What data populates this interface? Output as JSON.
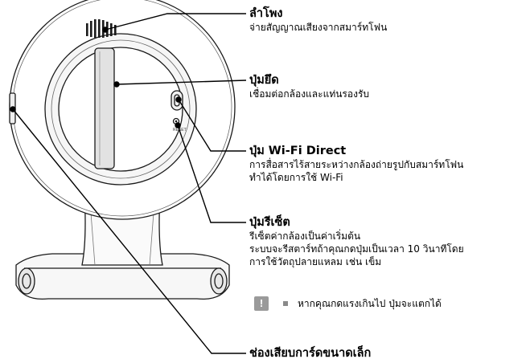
{
  "callouts": {
    "speaker": {
      "title": "ลำโพง",
      "desc": [
        "จ่ายสัญญาณเสียงจากสมาร์ทโฟน"
      ]
    },
    "mount_knob": {
      "title": "ปุ่มยึด",
      "desc": [
        "เชื่อมต่อกล้องและแท่นรองรับ"
      ]
    },
    "wifi_direct": {
      "title": "ปุ่ม Wi-Fi Direct",
      "desc": [
        "การสื่อสารไร้สายระหว่างกล้องถ่ายรูปกับสมาร์ทโฟน",
        "ทำได้โดยการใช้ Wi-Fi"
      ]
    },
    "reset": {
      "title": "ปุ่มรีเซ็ต",
      "desc": [
        "รีเซ็ตค่ากล้องเป็นค่าเริ่มต้น",
        "ระบบจะรีสตาร์ทถ้าคุณกดปุ่มเป็นเวลา 10 วินาทีโดย",
        "การใช้วัตถุปลายแหลม เช่น เข็ม"
      ]
    },
    "sd_slot": {
      "title": "ช่องเสียบการ์ดขนาดเล็ก"
    }
  },
  "note": {
    "icon": "exclamation-warning-icon",
    "text": "หากคุณกดแรงเกินไป ปุ่มจะแตกได้"
  },
  "device": {
    "reset_label": "RESET"
  }
}
